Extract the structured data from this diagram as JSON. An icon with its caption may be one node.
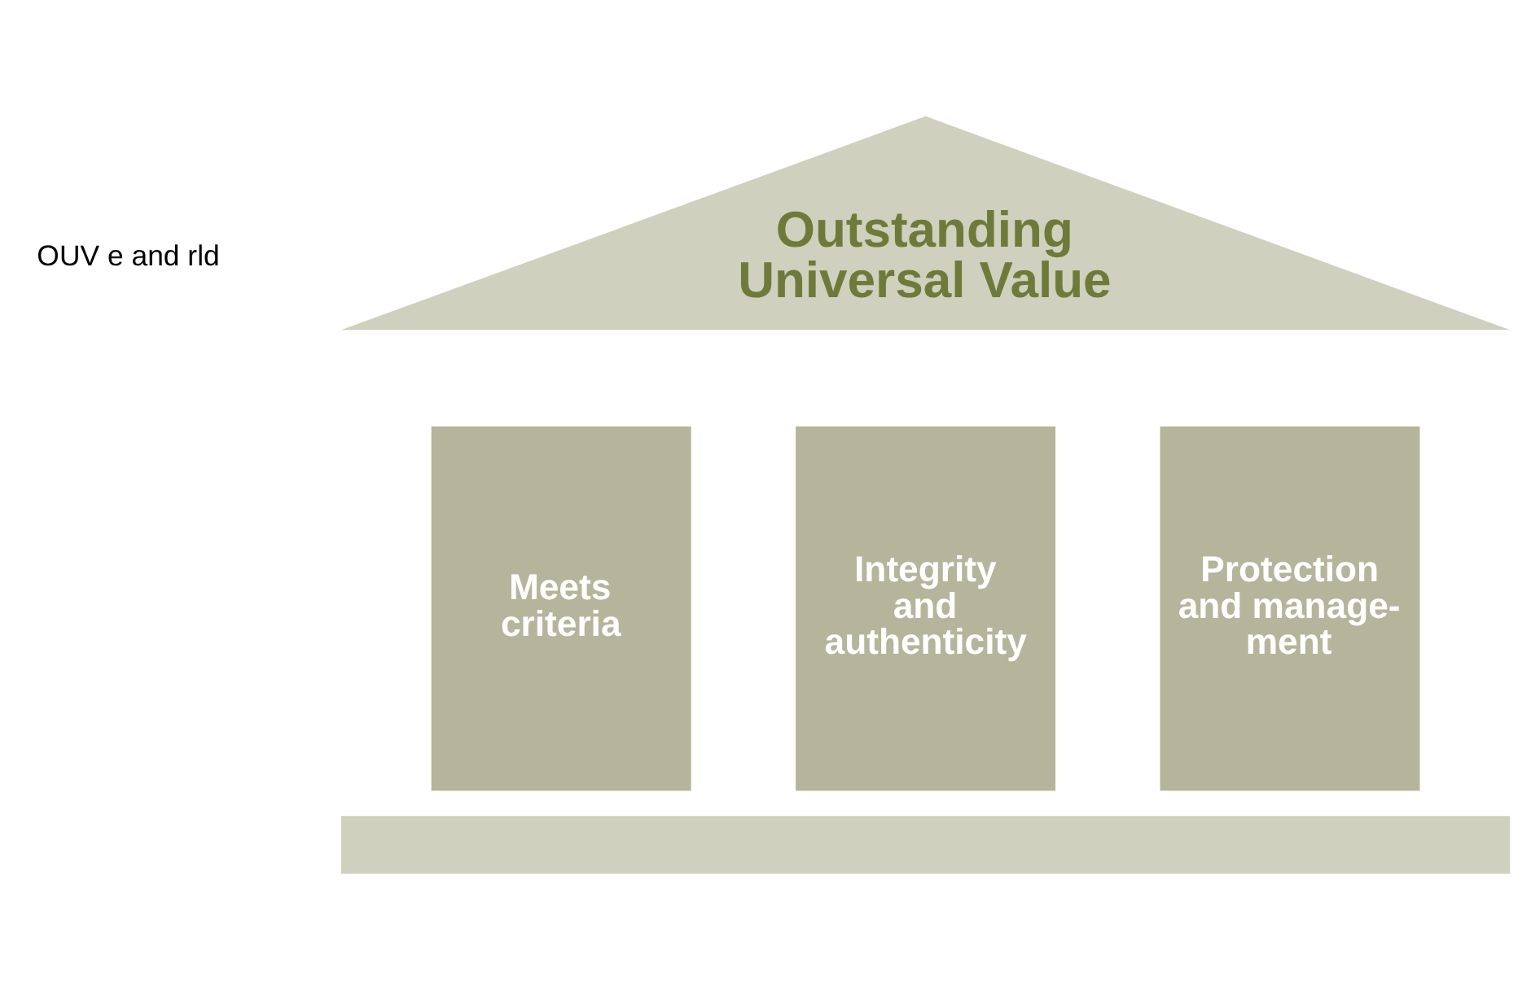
{
  "diagram": {
    "nodes": [
      {
        "text": [
          "Outstanding Universal Value"
        ]
      },
      {
        "text": [
          "Meets criteria"
        ]
      },
      {
        "text": [
          "Integrity and authenticity"
        ]
      },
      {
        "text": [
          "Protection and manage- ment"
        ]
      },
      {
        "text": [],
        "shape": "bar"
      }
    ],
    "labels": [
      "OUV e and rld"
    ]
  }
}
